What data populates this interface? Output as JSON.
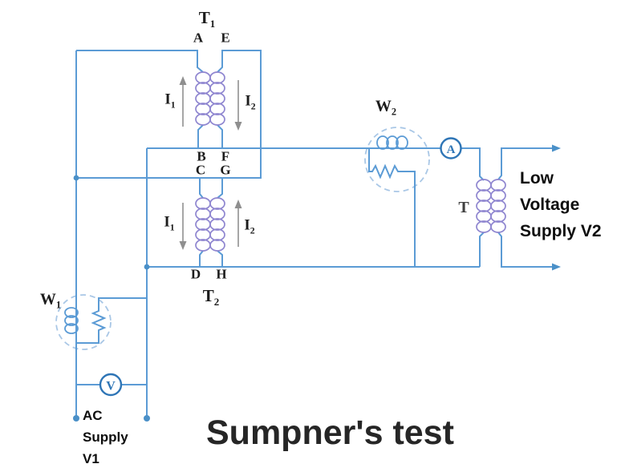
{
  "title": "Sumpner's test",
  "colors": {
    "wire": "#5b9bd5",
    "coil": "#8f86d0",
    "meter": "#2e75b6",
    "dashed_circle": "#a9c7e6",
    "current_arrow": "#8f8f8f",
    "label": "#1c1c1c",
    "heading_text": "#262626"
  },
  "transformer1": {
    "name": {
      "main": "T",
      "sub": "1"
    },
    "terminals": {
      "top_left": "A",
      "top_right": "E",
      "bottom_left": "B",
      "bottom_right": "F"
    },
    "current_left": {
      "main": "I",
      "sub": "1"
    },
    "current_right": {
      "main": "I",
      "sub": "2"
    }
  },
  "transformer2": {
    "name": {
      "main": "T",
      "sub": "2"
    },
    "terminals": {
      "top_left": "C",
      "top_right": "G",
      "bottom_left": "D",
      "bottom_right": "H"
    },
    "current_left": {
      "main": "I",
      "sub": "1"
    },
    "current_right": {
      "main": "I",
      "sub": "2"
    }
  },
  "wattmeter1": {
    "name": {
      "main": "W",
      "sub": "1"
    }
  },
  "wattmeter2": {
    "name": {
      "main": "W",
      "sub": "2"
    }
  },
  "ammeter": {
    "label": "A"
  },
  "voltmeter": {
    "label": "V"
  },
  "aux_transformer": {
    "label": "T"
  },
  "low_voltage_supply": {
    "line1": "Low",
    "line2": "Voltage",
    "line3": "Supply V2"
  },
  "ac_supply": {
    "line1": "AC",
    "line2": "Supply",
    "line3": "V1"
  }
}
